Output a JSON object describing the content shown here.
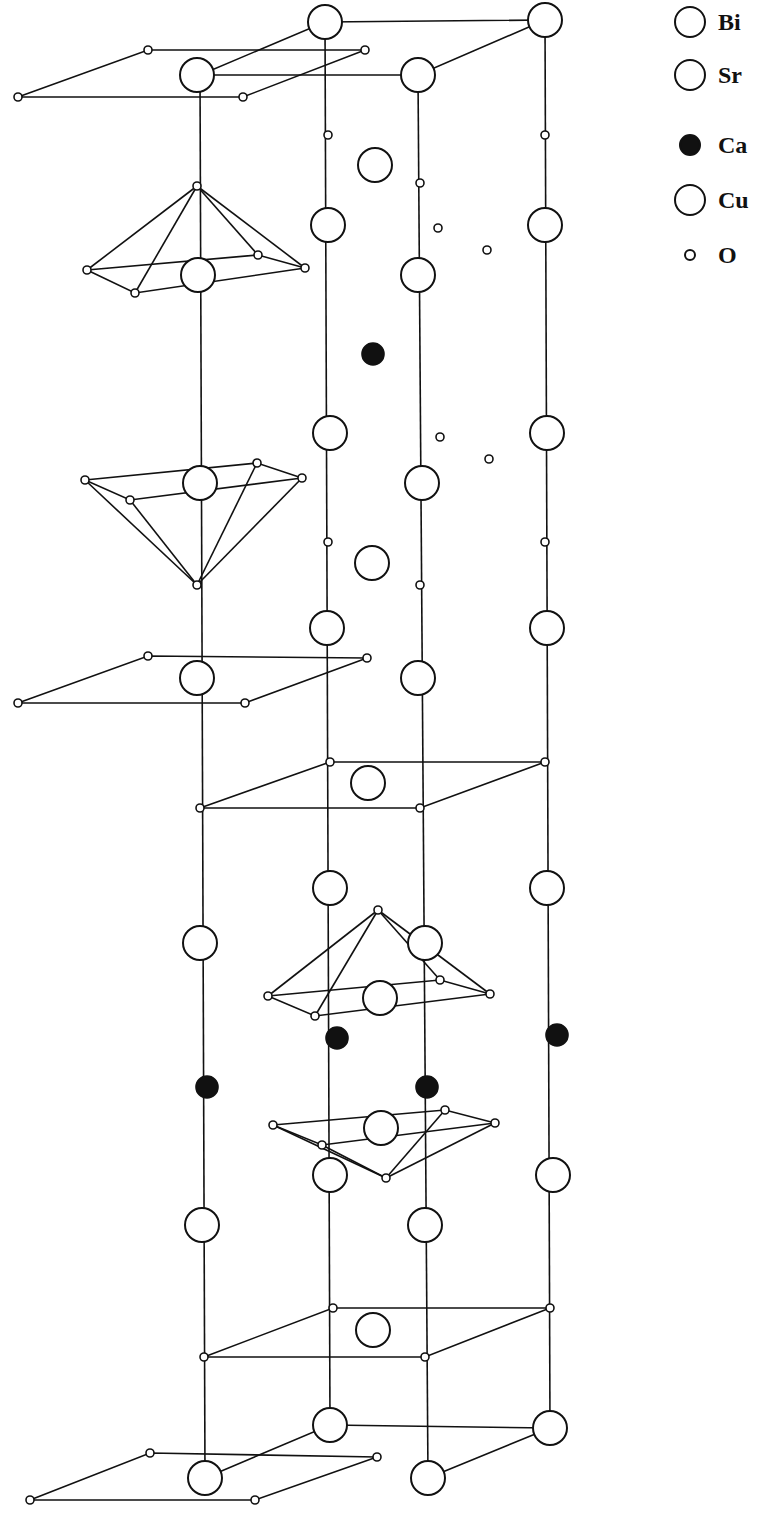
{
  "diagram": {
    "legend": [
      {
        "text": "Bi"
      },
      {
        "text": "Sr"
      },
      {
        "text": "Ca",
        "color": "#111111"
      },
      {
        "text": "Cu"
      },
      {
        "text": "O"
      }
    ]
  }
}
